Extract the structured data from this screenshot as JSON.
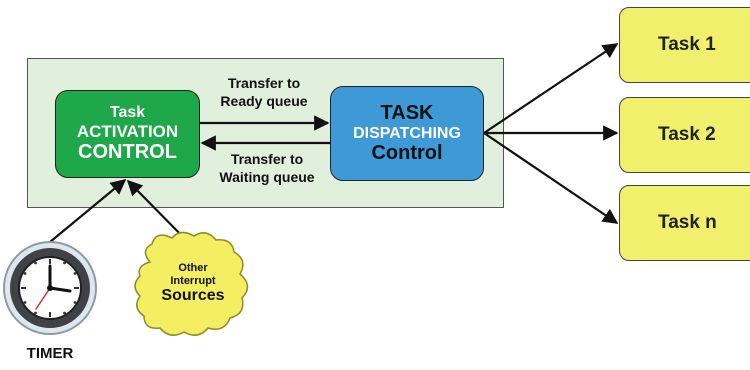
{
  "task_activation": {
    "line1": "Task",
    "line2": "ACTIVATION",
    "line3": "CONTROL"
  },
  "task_dispatching": {
    "line1": "TASK",
    "line2": "DISPATCHING",
    "line3": "Control"
  },
  "transfer_ready": {
    "line1": "Transfer to",
    "line2": "Ready queue"
  },
  "transfer_waiting": {
    "line1": "Transfer to",
    "line2": "Waiting queue"
  },
  "tasks": [
    "Task 1",
    "Task 2",
    "Task n"
  ],
  "interrupt_cloud": {
    "line1": "Other",
    "line2": "Interrupt",
    "line3": "Sources"
  },
  "timer_label": "TIMER",
  "colors": {
    "panel_bg": "#e1efdd",
    "activation_box": "#1fa84a",
    "dispatching_box": "#3d9ad6",
    "task_box": "#f1f06d",
    "cloud": "#f4ee63"
  },
  "icons": {
    "timer": "clock-icon",
    "interrupts": "cloud-icon"
  }
}
